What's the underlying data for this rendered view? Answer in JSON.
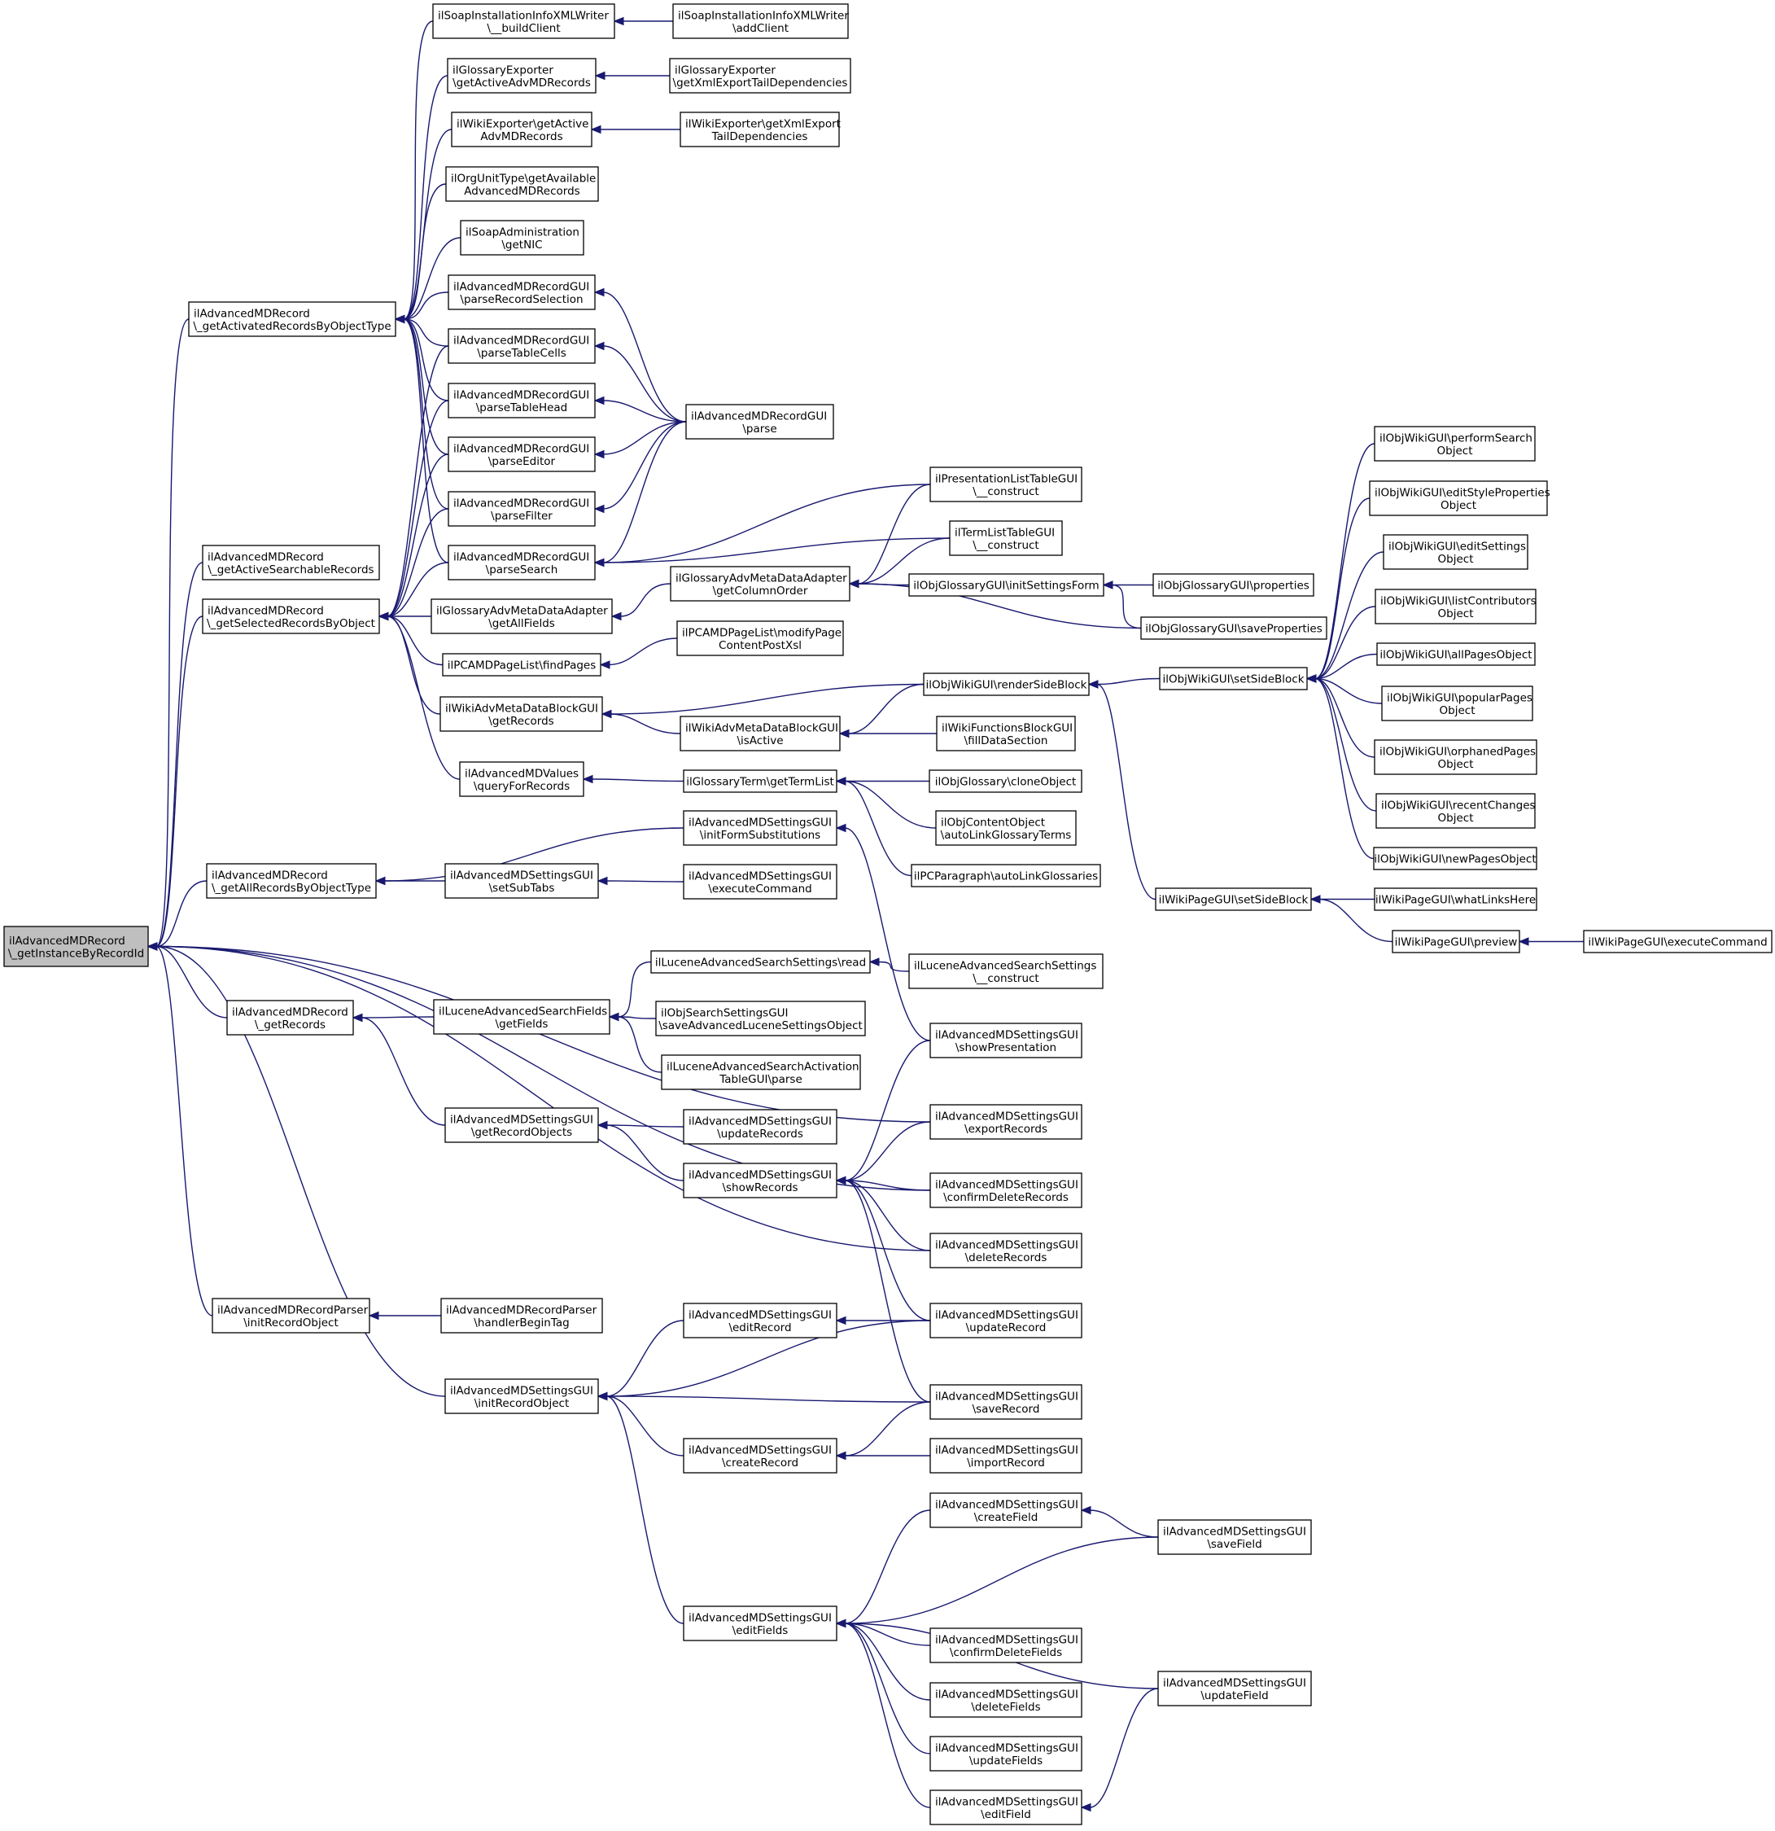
{
  "colors": {
    "edge": "#191970",
    "node_border": "#000000",
    "root_fill": "#bfbfbf",
    "node_fill": "#ffffff"
  },
  "nodes": [
    {
      "id": "root",
      "lines": [
        "ilAdvancedMDRecord",
        "\\_getInstanceByRecordId"
      ],
      "root": true
    },
    {
      "id": "n_getActivated",
      "lines": [
        "ilAdvancedMDRecord",
        "\\_getActivatedRecordsByObjectType"
      ]
    },
    {
      "id": "n_getActiveSearchable",
      "lines": [
        "ilAdvancedMDRecord",
        "\\_getActiveSearchableRecords"
      ]
    },
    {
      "id": "n_getSelected",
      "lines": [
        "ilAdvancedMDRecord",
        "\\_getSelectedRecordsByObject"
      ]
    },
    {
      "id": "n_getAllRecords",
      "lines": [
        "ilAdvancedMDRecord",
        "\\_getAllRecordsByObjectType"
      ]
    },
    {
      "id": "n_getRecords",
      "lines": [
        "ilAdvancedMDRecord",
        "\\_getRecords"
      ]
    },
    {
      "id": "n_parserInit",
      "lines": [
        "ilAdvancedMDRecordParser",
        "\\initRecordObject"
      ]
    },
    {
      "id": "n_soapBuild",
      "lines": [
        "ilSoapInstallationInfoXMLWriter",
        "\\__buildClient"
      ]
    },
    {
      "id": "n_glossExp",
      "lines": [
        "ilGlossaryExporter",
        "\\getActiveAdvMDRecords"
      ]
    },
    {
      "id": "n_wikiExp",
      "lines": [
        "ilWikiExporter\\getActive",
        "AdvMDRecords"
      ]
    },
    {
      "id": "n_orgUnit",
      "lines": [
        "ilOrgUnitType\\getAvailable",
        "AdvancedMDRecords"
      ]
    },
    {
      "id": "n_soapAdmin",
      "lines": [
        "ilSoapAdministration",
        "\\getNIC"
      ]
    },
    {
      "id": "n_parseRecSel",
      "lines": [
        "ilAdvancedMDRecordGUI",
        "\\parseRecordSelection"
      ]
    },
    {
      "id": "n_parseTableCells",
      "lines": [
        "ilAdvancedMDRecordGUI",
        "\\parseTableCells"
      ]
    },
    {
      "id": "n_parseTableHead",
      "lines": [
        "ilAdvancedMDRecordGUI",
        "\\parseTableHead"
      ]
    },
    {
      "id": "n_parseEditor",
      "lines": [
        "ilAdvancedMDRecordGUI",
        "\\parseEditor"
      ]
    },
    {
      "id": "n_parseFilter",
      "lines": [
        "ilAdvancedMDRecordGUI",
        "\\parseFilter"
      ]
    },
    {
      "id": "n_parseSearch",
      "lines": [
        "ilAdvancedMDRecordGUI",
        "\\parseSearch"
      ]
    },
    {
      "id": "n_glossAdvAll",
      "lines": [
        "ilGlossaryAdvMetaDataAdapter",
        "\\getAllFields"
      ]
    },
    {
      "id": "n_pcaFind",
      "lines": [
        "ilPCAMDPageList\\findPages"
      ]
    },
    {
      "id": "n_wikiAdvGet",
      "lines": [
        "ilWikiAdvMetaDataBlockGUI",
        "\\getRecords"
      ]
    },
    {
      "id": "n_mdValues",
      "lines": [
        "ilAdvancedMDValues",
        "\\queryForRecords"
      ]
    },
    {
      "id": "n_setSubTabs",
      "lines": [
        "ilAdvancedMDSettingsGUI",
        "\\setSubTabs"
      ]
    },
    {
      "id": "n_luceneGet",
      "lines": [
        "ilLuceneAdvancedSearchFields",
        "\\getFields"
      ]
    },
    {
      "id": "n_getRecObjs",
      "lines": [
        "ilAdvancedMDSettingsGUI",
        "\\getRecordObjects"
      ]
    },
    {
      "id": "n_parserHandler",
      "lines": [
        "ilAdvancedMDRecordParser",
        "\\handlerBeginTag"
      ]
    },
    {
      "id": "n_initRecObj",
      "lines": [
        "ilAdvancedMDSettingsGUI",
        "\\initRecordObject"
      ]
    },
    {
      "id": "n_soapAdd",
      "lines": [
        "ilSoapInstallationInfoXMLWriter",
        "\\addClient"
      ]
    },
    {
      "id": "n_glossExpTail",
      "lines": [
        "ilGlossaryExporter",
        "\\getXmlExportTailDependencies"
      ]
    },
    {
      "id": "n_wikiExpTail",
      "lines": [
        "ilWikiExporter\\getXmlExport",
        "TailDependencies"
      ]
    },
    {
      "id": "n_parse",
      "lines": [
        "ilAdvancedMDRecordGUI",
        "\\parse"
      ]
    },
    {
      "id": "n_glossColOrder",
      "lines": [
        "ilGlossaryAdvMetaDataAdapter",
        "\\getColumnOrder"
      ]
    },
    {
      "id": "n_pcaModify",
      "lines": [
        "ilPCAMDPageList\\modifyPage",
        "ContentPostXsl"
      ]
    },
    {
      "id": "n_wikiAdvActive",
      "lines": [
        "ilWikiAdvMetaDataBlockGUI",
        "\\isActive"
      ]
    },
    {
      "id": "n_glossTerm",
      "lines": [
        "ilGlossaryTerm\\getTermList"
      ]
    },
    {
      "id": "n_initFormSubs",
      "lines": [
        "ilAdvancedMDSettingsGUI",
        "\\initFormSubstitutions"
      ]
    },
    {
      "id": "n_execCmd",
      "lines": [
        "ilAdvancedMDSettingsGUI",
        "\\executeCommand"
      ]
    },
    {
      "id": "n_luceneRead",
      "lines": [
        "ilLuceneAdvancedSearchSettings\\read"
      ]
    },
    {
      "id": "n_objSearchSave",
      "lines": [
        "ilObjSearchSettingsGUI",
        "\\saveAdvancedLuceneSettingsObject"
      ]
    },
    {
      "id": "n_luceneActParse",
      "lines": [
        "ilLuceneAdvancedSearchActivation",
        "TableGUI\\parse"
      ]
    },
    {
      "id": "n_updateRecords",
      "lines": [
        "ilAdvancedMDSettingsGUI",
        "\\updateRecords"
      ]
    },
    {
      "id": "n_showRecords",
      "lines": [
        "ilAdvancedMDSettingsGUI",
        "\\showRecords"
      ]
    },
    {
      "id": "n_editRecord",
      "lines": [
        "ilAdvancedMDSettingsGUI",
        "\\editRecord"
      ]
    },
    {
      "id": "n_createRecord",
      "lines": [
        "ilAdvancedMDSettingsGUI",
        "\\createRecord"
      ]
    },
    {
      "id": "n_editFields",
      "lines": [
        "ilAdvancedMDSettingsGUI",
        "\\editFields"
      ]
    },
    {
      "id": "n_presList",
      "lines": [
        "ilPresentationListTableGUI",
        "\\__construct"
      ]
    },
    {
      "id": "n_termList",
      "lines": [
        "ilTermListTableGUI",
        "\\__construct"
      ]
    },
    {
      "id": "n_glossInit",
      "lines": [
        "ilObjGlossaryGUI\\initSettingsForm"
      ]
    },
    {
      "id": "n_renderSide",
      "lines": [
        "ilObjWikiGUI\\renderSideBlock"
      ]
    },
    {
      "id": "n_fillData",
      "lines": [
        "ilWikiFunctionsBlockGUI",
        "\\fillDataSection"
      ]
    },
    {
      "id": "n_cloneObj",
      "lines": [
        "ilObjGlossary\\cloneObject"
      ]
    },
    {
      "id": "n_autoLinkTerms",
      "lines": [
        "ilObjContentObject",
        "\\autoLinkGlossaryTerms"
      ]
    },
    {
      "id": "n_autoLinkGloss",
      "lines": [
        "ilPCParagraph\\autoLinkGlossaries"
      ]
    },
    {
      "id": "n_luceneConstruct",
      "lines": [
        "ilLuceneAdvancedSearchSettings",
        "\\__construct"
      ]
    },
    {
      "id": "n_showPres",
      "lines": [
        "ilAdvancedMDSettingsGUI",
        "\\showPresentation"
      ]
    },
    {
      "id": "n_exportRecs",
      "lines": [
        "ilAdvancedMDSettingsGUI",
        "\\exportRecords"
      ]
    },
    {
      "id": "n_confirmDelRecs",
      "lines": [
        "ilAdvancedMDSettingsGUI",
        "\\confirmDeleteRecords"
      ]
    },
    {
      "id": "n_deleteRecs",
      "lines": [
        "ilAdvancedMDSettingsGUI",
        "\\deleteRecords"
      ]
    },
    {
      "id": "n_updateRecord",
      "lines": [
        "ilAdvancedMDSettingsGUI",
        "\\updateRecord"
      ]
    },
    {
      "id": "n_saveRecord",
      "lines": [
        "ilAdvancedMDSettingsGUI",
        "\\saveRecord"
      ]
    },
    {
      "id": "n_importRecord",
      "lines": [
        "ilAdvancedMDSettingsGUI",
        "\\importRecord"
      ]
    },
    {
      "id": "n_createField",
      "lines": [
        "ilAdvancedMDSettingsGUI",
        "\\createField"
      ]
    },
    {
      "id": "n_confirmDelFields",
      "lines": [
        "ilAdvancedMDSettingsGUI",
        "\\confirmDeleteFields"
      ]
    },
    {
      "id": "n_deleteFields",
      "lines": [
        "ilAdvancedMDSettingsGUI",
        "\\deleteFields"
      ]
    },
    {
      "id": "n_updateFields",
      "lines": [
        "ilAdvancedMDSettingsGUI",
        "\\updateFields"
      ]
    },
    {
      "id": "n_editField",
      "lines": [
        "ilAdvancedMDSettingsGUI",
        "\\editField"
      ]
    },
    {
      "id": "n_glossProps",
      "lines": [
        "ilObjGlossaryGUI\\properties"
      ]
    },
    {
      "id": "n_glossSaveProps",
      "lines": [
        "ilObjGlossaryGUI\\saveProperties"
      ]
    },
    {
      "id": "n_setSideBlock",
      "lines": [
        "ilObjWikiGUI\\setSideBlock"
      ]
    },
    {
      "id": "n_wikiPageSetSide",
      "lines": [
        "ilWikiPageGUI\\setSideBlock"
      ]
    },
    {
      "id": "n_saveField",
      "lines": [
        "ilAdvancedMDSettingsGUI",
        "\\saveField"
      ]
    },
    {
      "id": "n_updateField",
      "lines": [
        "ilAdvancedMDSettingsGUI",
        "\\updateField"
      ]
    },
    {
      "id": "n_perfSearch",
      "lines": [
        "ilObjWikiGUI\\performSearch",
        "Object"
      ]
    },
    {
      "id": "n_editStyle",
      "lines": [
        "ilObjWikiGUI\\editStyleProperties",
        "Object"
      ]
    },
    {
      "id": "n_editSettings",
      "lines": [
        "ilObjWikiGUI\\editSettings",
        "Object"
      ]
    },
    {
      "id": "n_listContrib",
      "lines": [
        "ilObjWikiGUI\\listContributors",
        "Object"
      ]
    },
    {
      "id": "n_allPages",
      "lines": [
        "ilObjWikiGUI\\allPagesObject"
      ]
    },
    {
      "id": "n_popular",
      "lines": [
        "ilObjWikiGUI\\popularPages",
        "Object"
      ]
    },
    {
      "id": "n_orphaned",
      "lines": [
        "ilObjWikiGUI\\orphanedPages",
        "Object"
      ]
    },
    {
      "id": "n_recent",
      "lines": [
        "ilObjWikiGUI\\recentChanges",
        "Object"
      ]
    },
    {
      "id": "n_newPages",
      "lines": [
        "ilObjWikiGUI\\newPagesObject"
      ]
    },
    {
      "id": "n_whatLinks",
      "lines": [
        "ilWikiPageGUI\\whatLinksHere"
      ]
    },
    {
      "id": "n_preview",
      "lines": [
        "ilWikiPageGUI\\preview"
      ]
    },
    {
      "id": "n_wikiPageExec",
      "lines": [
        "ilWikiPageGUI\\executeCommand"
      ]
    }
  ],
  "edges": [
    [
      "root",
      "n_getActivated"
    ],
    [
      "root",
      "n_getActiveSearchable"
    ],
    [
      "root",
      "n_getSelected"
    ],
    [
      "root",
      "n_getAllRecords"
    ],
    [
      "root",
      "n_exportRecs"
    ],
    [
      "root",
      "n_getRecords"
    ],
    [
      "root",
      "n_confirmDelRecs"
    ],
    [
      "root",
      "n_deleteRecs"
    ],
    [
      "root",
      "n_parserInit"
    ],
    [
      "root",
      "n_initRecObj"
    ],
    [
      "n_getActivated",
      "n_soapBuild"
    ],
    [
      "n_getActivated",
      "n_glossExp"
    ],
    [
      "n_getActivated",
      "n_wikiExp"
    ],
    [
      "n_getActivated",
      "n_orgUnit"
    ],
    [
      "n_getActivated",
      "n_soapAdmin"
    ],
    [
      "n_getActivated",
      "n_parseRecSel"
    ],
    [
      "n_getActivated",
      "n_parseTableCells"
    ],
    [
      "n_getActivated",
      "n_parseTableHead"
    ],
    [
      "n_getActivated",
      "n_parseEditor"
    ],
    [
      "n_getActivated",
      "n_parseFilter"
    ],
    [
      "n_getActivated",
      "n_parseSearch"
    ],
    [
      "n_getSelected",
      "n_parseTableCells"
    ],
    [
      "n_getSelected",
      "n_parseTableHead"
    ],
    [
      "n_getSelected",
      "n_parseEditor"
    ],
    [
      "n_getSelected",
      "n_parseFilter"
    ],
    [
      "n_getSelected",
      "n_parseSearch"
    ],
    [
      "n_getSelected",
      "n_glossAdvAll"
    ],
    [
      "n_getSelected",
      "n_pcaFind"
    ],
    [
      "n_getSelected",
      "n_wikiAdvGet"
    ],
    [
      "n_getSelected",
      "n_mdValues"
    ],
    [
      "n_getAllRecords",
      "n_initFormSubs"
    ],
    [
      "n_getAllRecords",
      "n_setSubTabs"
    ],
    [
      "n_getRecords",
      "n_luceneGet"
    ],
    [
      "n_getRecords",
      "n_getRecObjs"
    ],
    [
      "n_parserInit",
      "n_parserHandler"
    ],
    [
      "n_initRecObj",
      "n_editRecord"
    ],
    [
      "n_initRecObj",
      "n_updateRecord"
    ],
    [
      "n_initRecObj",
      "n_saveRecord"
    ],
    [
      "n_initRecObj",
      "n_createRecord"
    ],
    [
      "n_initRecObj",
      "n_editFields"
    ],
    [
      "n_soapBuild",
      "n_soapAdd"
    ],
    [
      "n_glossExp",
      "n_glossExpTail"
    ],
    [
      "n_wikiExp",
      "n_wikiExpTail"
    ],
    [
      "n_parseRecSel",
      "n_parse"
    ],
    [
      "n_parseTableCells",
      "n_parse"
    ],
    [
      "n_parseTableHead",
      "n_parse"
    ],
    [
      "n_parseEditor",
      "n_parse"
    ],
    [
      "n_parseFilter",
      "n_parse"
    ],
    [
      "n_parseSearch",
      "n_parse"
    ],
    [
      "n_parseSearch",
      "n_presList"
    ],
    [
      "n_parseSearch",
      "n_termList"
    ],
    [
      "n_glossAdvAll",
      "n_glossColOrder"
    ],
    [
      "n_pcaFind",
      "n_pcaModify"
    ],
    [
      "n_wikiAdvGet",
      "n_renderSide"
    ],
    [
      "n_wikiAdvGet",
      "n_wikiAdvActive"
    ],
    [
      "n_mdValues",
      "n_glossTerm"
    ],
    [
      "n_setSubTabs",
      "n_execCmd"
    ],
    [
      "n_luceneGet",
      "n_luceneRead"
    ],
    [
      "n_luceneGet",
      "n_objSearchSave"
    ],
    [
      "n_luceneGet",
      "n_luceneActParse"
    ],
    [
      "n_getRecObjs",
      "n_updateRecords"
    ],
    [
      "n_getRecObjs",
      "n_showRecords"
    ],
    [
      "n_glossColOrder",
      "n_presList"
    ],
    [
      "n_glossColOrder",
      "n_termList"
    ],
    [
      "n_glossColOrder",
      "n_glossInit"
    ],
    [
      "n_glossColOrder",
      "n_glossSaveProps"
    ],
    [
      "n_wikiAdvActive",
      "n_renderSide"
    ],
    [
      "n_wikiAdvActive",
      "n_fillData"
    ],
    [
      "n_glossTerm",
      "n_cloneObj"
    ],
    [
      "n_glossTerm",
      "n_autoLinkTerms"
    ],
    [
      "n_glossTerm",
      "n_autoLinkGloss"
    ],
    [
      "n_initFormSubs",
      "n_showPres"
    ],
    [
      "n_luceneRead",
      "n_luceneConstruct"
    ],
    [
      "n_showRecords",
      "n_showPres"
    ],
    [
      "n_showRecords",
      "n_exportRecs"
    ],
    [
      "n_showRecords",
      "n_confirmDelRecs"
    ],
    [
      "n_showRecords",
      "n_deleteRecs"
    ],
    [
      "n_showRecords",
      "n_updateRecord"
    ],
    [
      "n_showRecords",
      "n_saveRecord"
    ],
    [
      "n_editRecord",
      "n_updateRecord"
    ],
    [
      "n_createRecord",
      "n_saveRecord"
    ],
    [
      "n_createRecord",
      "n_importRecord"
    ],
    [
      "n_editFields",
      "n_createField"
    ],
    [
      "n_editFields",
      "n_saveField"
    ],
    [
      "n_editFields",
      "n_updateField"
    ],
    [
      "n_editFields",
      "n_confirmDelFields"
    ],
    [
      "n_editFields",
      "n_deleteFields"
    ],
    [
      "n_editFields",
      "n_updateFields"
    ],
    [
      "n_editFields",
      "n_editField"
    ],
    [
      "n_glossInit",
      "n_glossProps"
    ],
    [
      "n_glossInit",
      "n_glossSaveProps"
    ],
    [
      "n_renderSide",
      "n_setSideBlock"
    ],
    [
      "n_renderSide",
      "n_wikiPageSetSide"
    ],
    [
      "n_createField",
      "n_saveField"
    ],
    [
      "n_editField",
      "n_updateField"
    ],
    [
      "n_setSideBlock",
      "n_perfSearch"
    ],
    [
      "n_setSideBlock",
      "n_editStyle"
    ],
    [
      "n_setSideBlock",
      "n_editSettings"
    ],
    [
      "n_setSideBlock",
      "n_listContrib"
    ],
    [
      "n_setSideBlock",
      "n_allPages"
    ],
    [
      "n_setSideBlock",
      "n_popular"
    ],
    [
      "n_setSideBlock",
      "n_orphaned"
    ],
    [
      "n_setSideBlock",
      "n_recent"
    ],
    [
      "n_setSideBlock",
      "n_newPages"
    ],
    [
      "n_wikiPageSetSide",
      "n_whatLinks"
    ],
    [
      "n_wikiPageSetSide",
      "n_preview"
    ],
    [
      "n_preview",
      "n_wikiPageExec"
    ]
  ]
}
